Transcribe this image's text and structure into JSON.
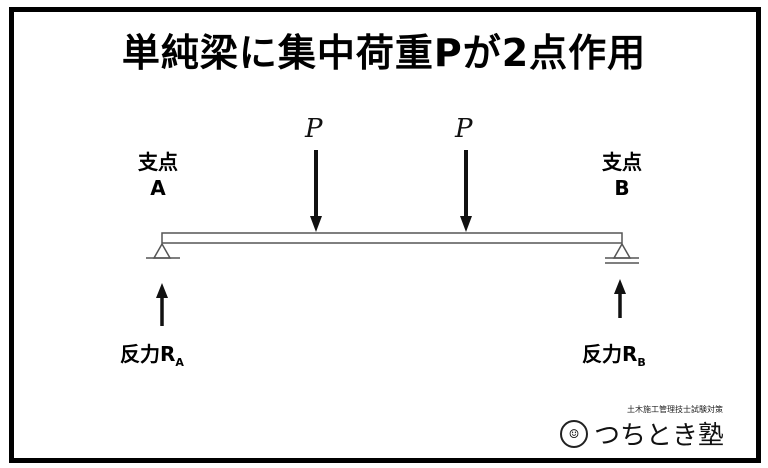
{
  "title": "単純梁に集中荷重Pが2点作用",
  "loads": [
    {
      "label": "P"
    },
    {
      "label": "P"
    }
  ],
  "support_a": {
    "line1": "支点",
    "line2": "A"
  },
  "support_b": {
    "line1": "支点",
    "line2": "B"
  },
  "reaction_a": {
    "label": "反力R",
    "sub": "A"
  },
  "reaction_b": {
    "label": "反力R",
    "sub": "B"
  },
  "logo": {
    "tagline": "土木施工管理技士試験対策",
    "name": "つちとき塾"
  }
}
